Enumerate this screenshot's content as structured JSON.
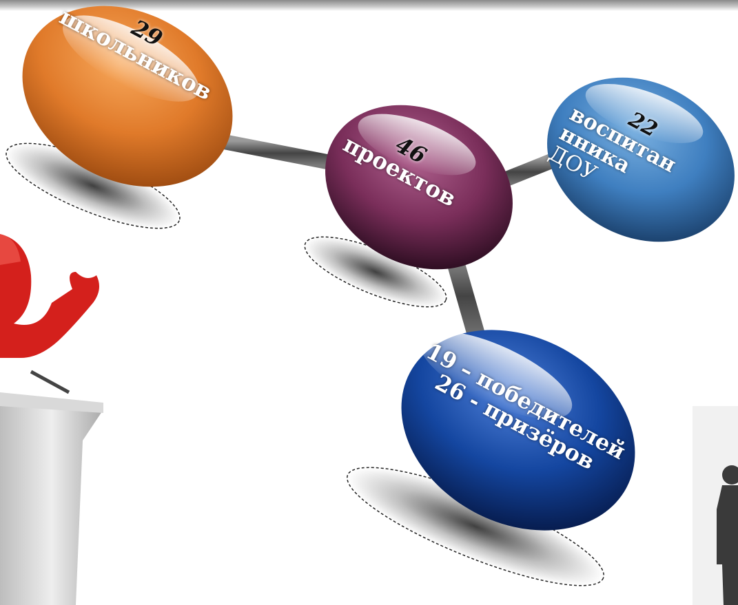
{
  "nodes": {
    "schoolchildren": {
      "number": "29",
      "label": "школьников",
      "color": "#e07a2a"
    },
    "projects": {
      "number": "46",
      "label": "проектов",
      "color": "#7a2e5a"
    },
    "preschoolers": {
      "number": "22",
      "line1": "воспитан",
      "line2": "нника",
      "line3": "ДОУ",
      "color": "#3f7fc0"
    },
    "winners": {
      "line1": "19 – победителей",
      "line2": "26 - призёров",
      "color": "#1446a0"
    }
  },
  "icons": {
    "speaker": "red-figure-at-podium",
    "silhouette": "businessman-silhouette"
  }
}
